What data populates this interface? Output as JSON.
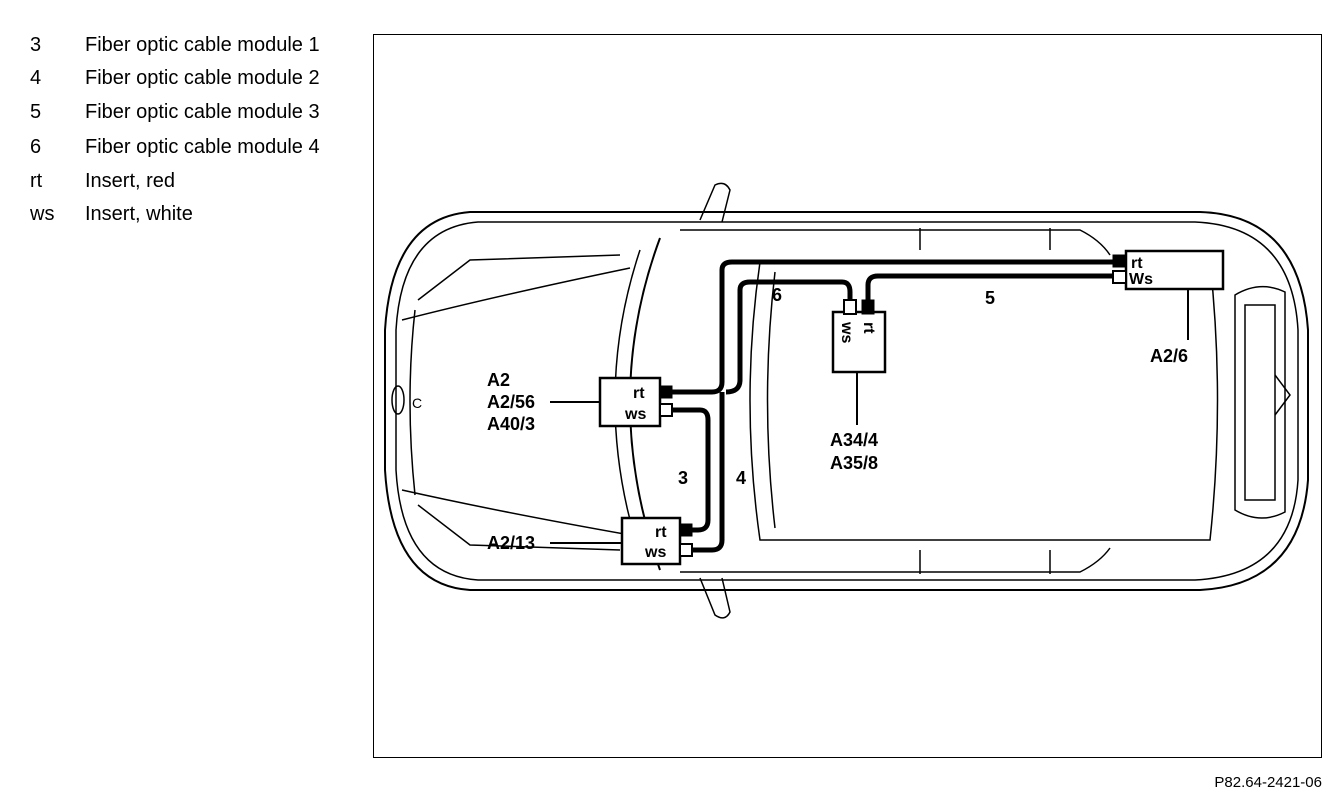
{
  "legend": [
    {
      "key": "3",
      "text": "Fiber optic cable module 1"
    },
    {
      "key": "4",
      "text": "Fiber optic cable module 2"
    },
    {
      "key": "5",
      "text": "Fiber optic cable module 3"
    },
    {
      "key": "6",
      "text": "Fiber optic cable module 4"
    },
    {
      "key": "rt",
      "text": "Insert, red"
    },
    {
      "key": "ws",
      "text": "Insert, white"
    }
  ],
  "components": {
    "left_upper": [
      "A2",
      "A2/56",
      "A40/3"
    ],
    "left_lower": "A2/13",
    "center": [
      "A34/4",
      "A35/8"
    ],
    "right": "A2/6"
  },
  "connectors": {
    "red": "rt",
    "white": "ws",
    "white_alt": "Ws"
  },
  "cables": {
    "c3": "3",
    "c4": "4",
    "c5": "5",
    "c6": "6"
  },
  "front_marker": "C",
  "reference_code": "P82.64-2421-06"
}
